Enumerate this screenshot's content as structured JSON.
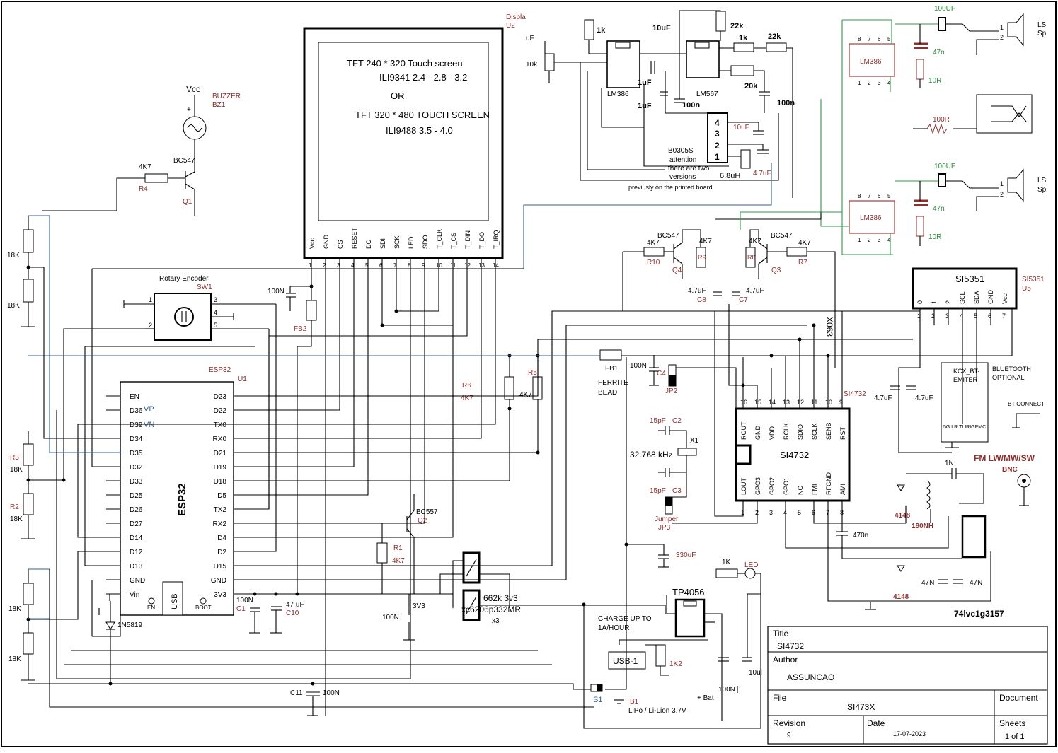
{
  "display": {
    "ref_name": "Displa",
    "ref": "U2",
    "line1": "TFT 240 * 320 Touch screen",
    "line2": "ILI9341  2.4 - 2.8 - 3.2",
    "line3": "OR",
    "line4": "TFT 320 * 480 TOUCH SCREEN",
    "line5": "ILI9488   3.5 - 4.0",
    "pins": [
      "Vcc",
      "GND",
      "CS",
      "RESET",
      "DC",
      "SDI",
      "SCK",
      "LED",
      "SDO",
      "T_CLK",
      "T_CS",
      "T_DIN",
      "T_DO",
      "T_IRQ"
    ],
    "pin_numbers": [
      "1",
      "2",
      "3",
      "4",
      "5",
      "6",
      "7",
      "8",
      "9",
      "10",
      "11",
      "12",
      "13",
      "14"
    ]
  },
  "esp32": {
    "ref_name": "ESP32",
    "ref": "U1",
    "label": "ESP32",
    "left_pins": [
      "EN",
      "D36",
      "D39",
      "D34",
      "D35",
      "D32",
      "D33",
      "D25",
      "D26",
      "D27",
      "D14",
      "D12",
      "D13",
      "GND",
      "Vin"
    ],
    "right_pins": [
      "D23",
      "D22",
      "TX0",
      "RX0",
      "D21",
      "D19",
      "D18",
      "D5",
      "TX2",
      "RX2",
      "D4",
      "D2",
      "D15",
      "GND",
      "3V3"
    ],
    "vp": "VP",
    "vn": "VN",
    "usb": "USB",
    "en_btn": "EN",
    "boot_btn": "BOOT"
  },
  "buzzer": {
    "vcc": "Vcc",
    "name": "BUZZER",
    "ref": "BZ1",
    "transistor": "BC547",
    "q": "Q1",
    "r": "4K7",
    "rref": "R4"
  },
  "encoder": {
    "name": "Rotary Encoder",
    "ref": "SW1",
    "pins": [
      "1",
      "2",
      "3",
      "4",
      "5"
    ]
  },
  "resistors_left": [
    "18K",
    "18K",
    "18K",
    "18K",
    "18K",
    "18K"
  ],
  "r_left_refs": [
    "R3",
    "R2"
  ],
  "fb2": {
    "cap": "100N",
    "ref": "FB2"
  },
  "r5r6": {
    "r5": "R5",
    "r6": "R6",
    "v5": "4K7",
    "v6": "4K7"
  },
  "fb1": {
    "ref": "FB1",
    "note1": "FERRITE",
    "note2": "BEAD",
    "cap": "100N"
  },
  "q2": {
    "name": "BC557",
    "ref": "Q2",
    "r": "R1",
    "rv": "4K7",
    "cap": "100N"
  },
  "reg": {
    "v": "3V3",
    "line1": "662k 3v3",
    "line2": "xc6206p332MR",
    "line3": "x3"
  },
  "caps_bottom": {
    "c1": "C1",
    "c1v": "100N",
    "c10": "C10",
    "c10v": "47 uF",
    "c11": "C11",
    "c11v": "100N",
    "diode": "1N5819"
  },
  "audio": {
    "lm386a": "LM386",
    "lm567": "LM567",
    "r1k": "1k",
    "c10u": "10uF",
    "r22k": "22k",
    "r1k2": "1k",
    "r22k2": "22k",
    "r10k": "10k",
    "cuf": "uF",
    "c1uf": "1uF",
    "c1uf2": "1uF",
    "c100n": "100n",
    "r20k": "20k",
    "c100n2": "100n"
  },
  "b0305": {
    "name": "B0305S",
    "note1": "attention",
    "note2": "there are two",
    "note3": "versions",
    "note4": "previusly on the printed board",
    "pins": [
      "4",
      "3",
      "2",
      "1"
    ],
    "c10": "10uF",
    "l": "6.8uH",
    "c47": "4.7uF"
  },
  "q3q4": {
    "t1": "BC547",
    "t2": "BC547",
    "r10": "R10",
    "r9": "R9",
    "r8": "R8",
    "r7": "R7",
    "q4": "Q4",
    "q3": "Q3",
    "v": "4K7",
    "c8": "C8",
    "c7": "C7",
    "cv": "4.7uF"
  },
  "amps": {
    "lm386": "LM386",
    "c100uf": "100UF",
    "c47n": "47n",
    "r10r": "10R",
    "r100r": "100R",
    "ls": "LS",
    "sp": "Sp",
    "pins_top": [
      "8",
      "7",
      "6",
      "5"
    ],
    "pins_bot": [
      "1",
      "2",
      "3",
      "4"
    ],
    "ls_pins": [
      "1",
      "2"
    ]
  },
  "si5351": {
    "name": "SI5351",
    "ref_name": "SI5351",
    "ref": "U5",
    "pins": [
      "0",
      "1",
      "2",
      "SCL",
      "SDA",
      "GND",
      "Vcc"
    ],
    "nums": [
      "1",
      "2",
      "3",
      "4",
      "5",
      "6",
      "7"
    ]
  },
  "si4732": {
    "name": "SI4732",
    "ref": "SI4732",
    "xo": "X063",
    "top_pins": [
      "ROUT",
      "GND",
      "VDD",
      "RCLK",
      "SDIO",
      "SCLK",
      "SENB",
      "RST"
    ],
    "top_nums": [
      "16",
      "15",
      "14",
      "13",
      "12",
      "11",
      "10",
      "9"
    ],
    "bot_pins": [
      "LOUT",
      "GPO3",
      "GPO2",
      "GPO1",
      "NC",
      "FMI",
      "RFGND",
      "AMI"
    ],
    "bot_nums": [
      "1",
      "2",
      "3",
      "4",
      "5",
      "6",
      "7",
      "8"
    ],
    "c4": "C4",
    "jp2": "JP2",
    "c2": "C2",
    "c2v": "15pF",
    "c3": "C3",
    "c3v": "15pF",
    "x1": "X1",
    "xtal": "32.768 kHz",
    "jp3a": "Jumper",
    "jp3b": "JP3",
    "c47a": "4.7uF",
    "c47b": "4.7uF",
    "c470": "470n"
  },
  "bt": {
    "name1": "KCX_BT-",
    "name2": "EMITER",
    "opt1": "BLUETOOTH",
    "opt2": "OPTIONAL",
    "connect": "BT CONNECT",
    "pins": "5G LR TLIRIGPMC"
  },
  "rf": {
    "title": "FM LW/MW/SW",
    "bnc": "BNC",
    "c1n": "1N",
    "d": "4148",
    "l": "180NH",
    "c47n": "47N",
    "c47n2": "47N",
    "d2": "4148",
    "ic": "74lvc1g3157"
  },
  "power": {
    "c330": "330uF",
    "r1k": "1K",
    "led": "LED",
    "tp": "TP4056",
    "charge1": "CHARGE UP TO",
    "charge2": "1A/HOUR",
    "usb": "USB-1",
    "r1k2": "1K2",
    "c100n": "100N",
    "bat": "+ Bat",
    "c10u": "10ul",
    "s1": "S1",
    "b1": "B1",
    "cell": "LiPo / Li-Lion 3.7V"
  },
  "titleblock": {
    "title_h": "Title",
    "title": "SI4732",
    "author_h": "Author",
    "author": "ASSUNCAO",
    "file_h": "File",
    "file": "SI473X",
    "doc_h": "Document",
    "rev_h": "Revision",
    "rev": "9",
    "date_h": "Date",
    "date": "17-07-2023",
    "sheets_h": "Sheets",
    "sheets": "1 of 1"
  }
}
